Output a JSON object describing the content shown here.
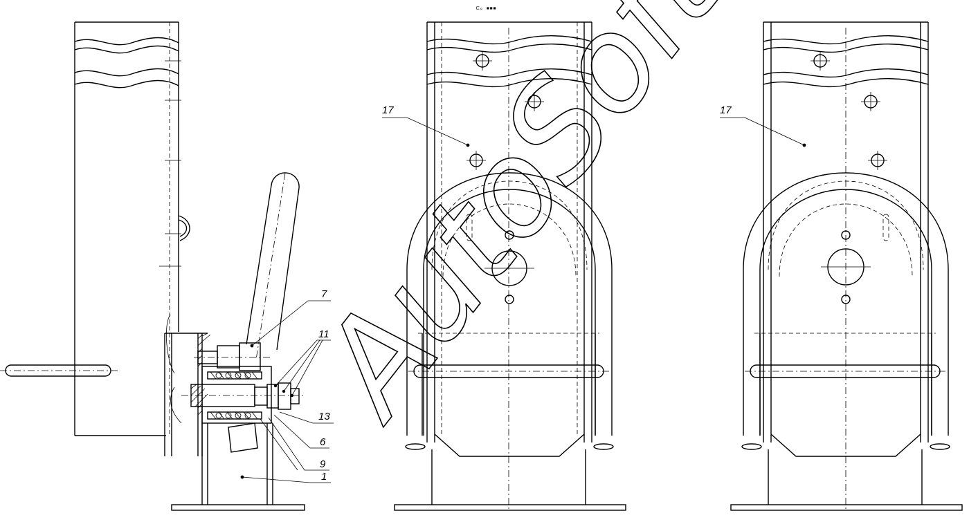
{
  "watermark": {
    "text": "AutoSoft"
  },
  "corner_mark": "⊏ₒ ▪▪▪",
  "callouts": {
    "left_view": [
      "7",
      "11",
      "13",
      "6",
      "9",
      "1"
    ],
    "middle_view": [
      "17"
    ],
    "right_view": [
      "17"
    ]
  }
}
